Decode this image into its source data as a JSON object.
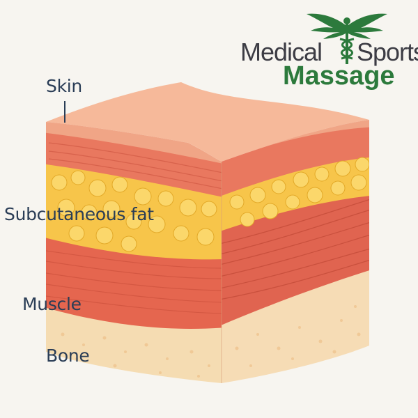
{
  "labels": {
    "skin": "Skin",
    "fat": "Subcutaneous fat",
    "muscle": "Muscle",
    "bone": "Bone"
  },
  "logo": {
    "line1_left": "Medical",
    "line1_right": "Sports",
    "line2": "Massage",
    "symbol": "caduceus-icon"
  },
  "colors": {
    "background": "#f7f5f0",
    "label_text": "#2a3d56",
    "skin_top": "#f6b99a",
    "skin": "#f0a586",
    "dermis": "#e9785f",
    "fat": "#f7c54a",
    "muscle": "#e5664f",
    "bone": "#f5dcb2",
    "logo_grey": "#3c3c44",
    "logo_green": "#2c7a3c"
  }
}
